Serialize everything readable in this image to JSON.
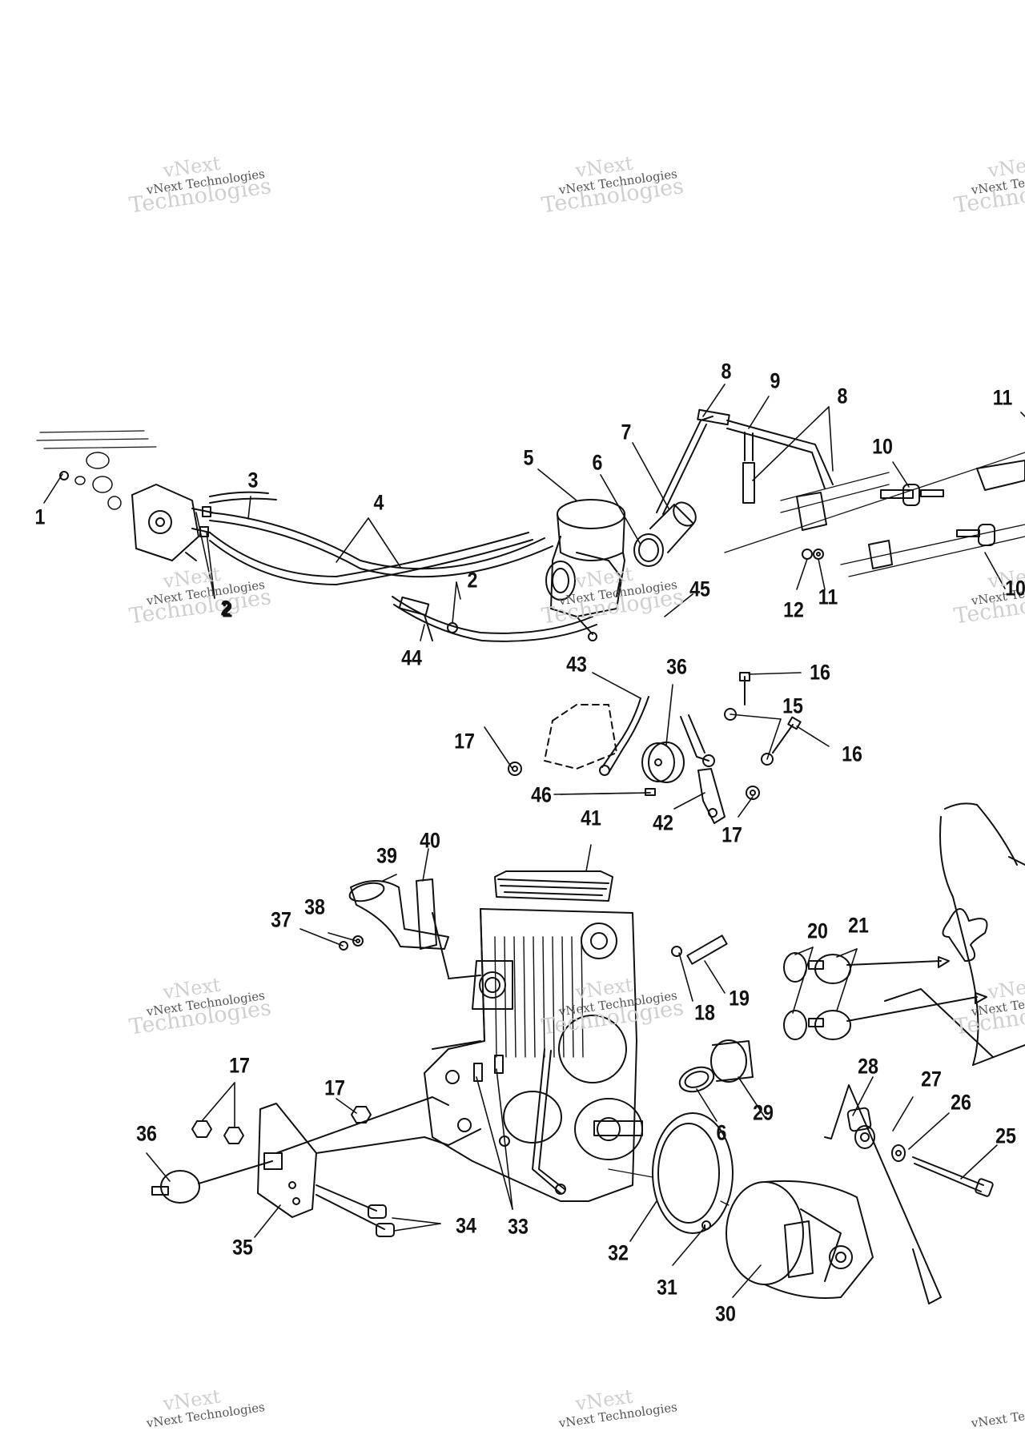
{
  "watermark": {
    "line1": "vNext",
    "line2": "vNext Technologies",
    "line3": "Technologies"
  },
  "callouts": [
    "1",
    "2",
    "2",
    "3",
    "4",
    "5",
    "6",
    "7",
    "8",
    "9",
    "8",
    "10",
    "11",
    "11",
    "12",
    "10",
    "2",
    "44",
    "45",
    "43",
    "36",
    "16",
    "15",
    "16",
    "17",
    "46",
    "42",
    "17",
    "41",
    "40",
    "39",
    "38",
    "37",
    "20",
    "21",
    "19",
    "18",
    "28",
    "27",
    "26",
    "25",
    "29",
    "6",
    "17",
    "17",
    "36",
    "35",
    "34",
    "33",
    "32",
    "31",
    "30"
  ]
}
